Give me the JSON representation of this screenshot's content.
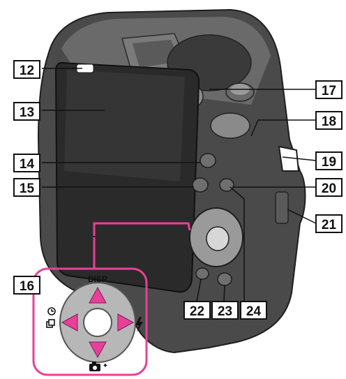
{
  "callouts": [
    {
      "id": "12",
      "text": "12"
    },
    {
      "id": "13",
      "text": "13"
    },
    {
      "id": "14",
      "text": "14"
    },
    {
      "id": "15",
      "text": "15"
    },
    {
      "id": "16",
      "text": "16"
    },
    {
      "id": "17",
      "text": "17"
    },
    {
      "id": "18",
      "text": "18"
    },
    {
      "id": "19",
      "text": "19"
    },
    {
      "id": "20",
      "text": "20"
    },
    {
      "id": "21",
      "text": "21"
    },
    {
      "id": "22",
      "text": "22"
    },
    {
      "id": "23",
      "text": "23"
    },
    {
      "id": "24",
      "text": "24"
    }
  ],
  "dial_labels": {
    "top": "DISP",
    "right_symbol": "flash-icon",
    "left_symbol": "self-timer-drive-icon",
    "bottom_symbol": "photo-creativity-icon"
  },
  "colors": {
    "callout_line": "#e8409a",
    "camera_body": "#4a4a4a",
    "camera_light": "#8e8e8e",
    "camera_dark": "#1e1e1e",
    "screen": "#2a2a2a",
    "dial_ring": "#b7b7b7",
    "dial_arrow": "#e8409a",
    "box_fill": "#ffffff",
    "box_stroke": "#111111"
  }
}
